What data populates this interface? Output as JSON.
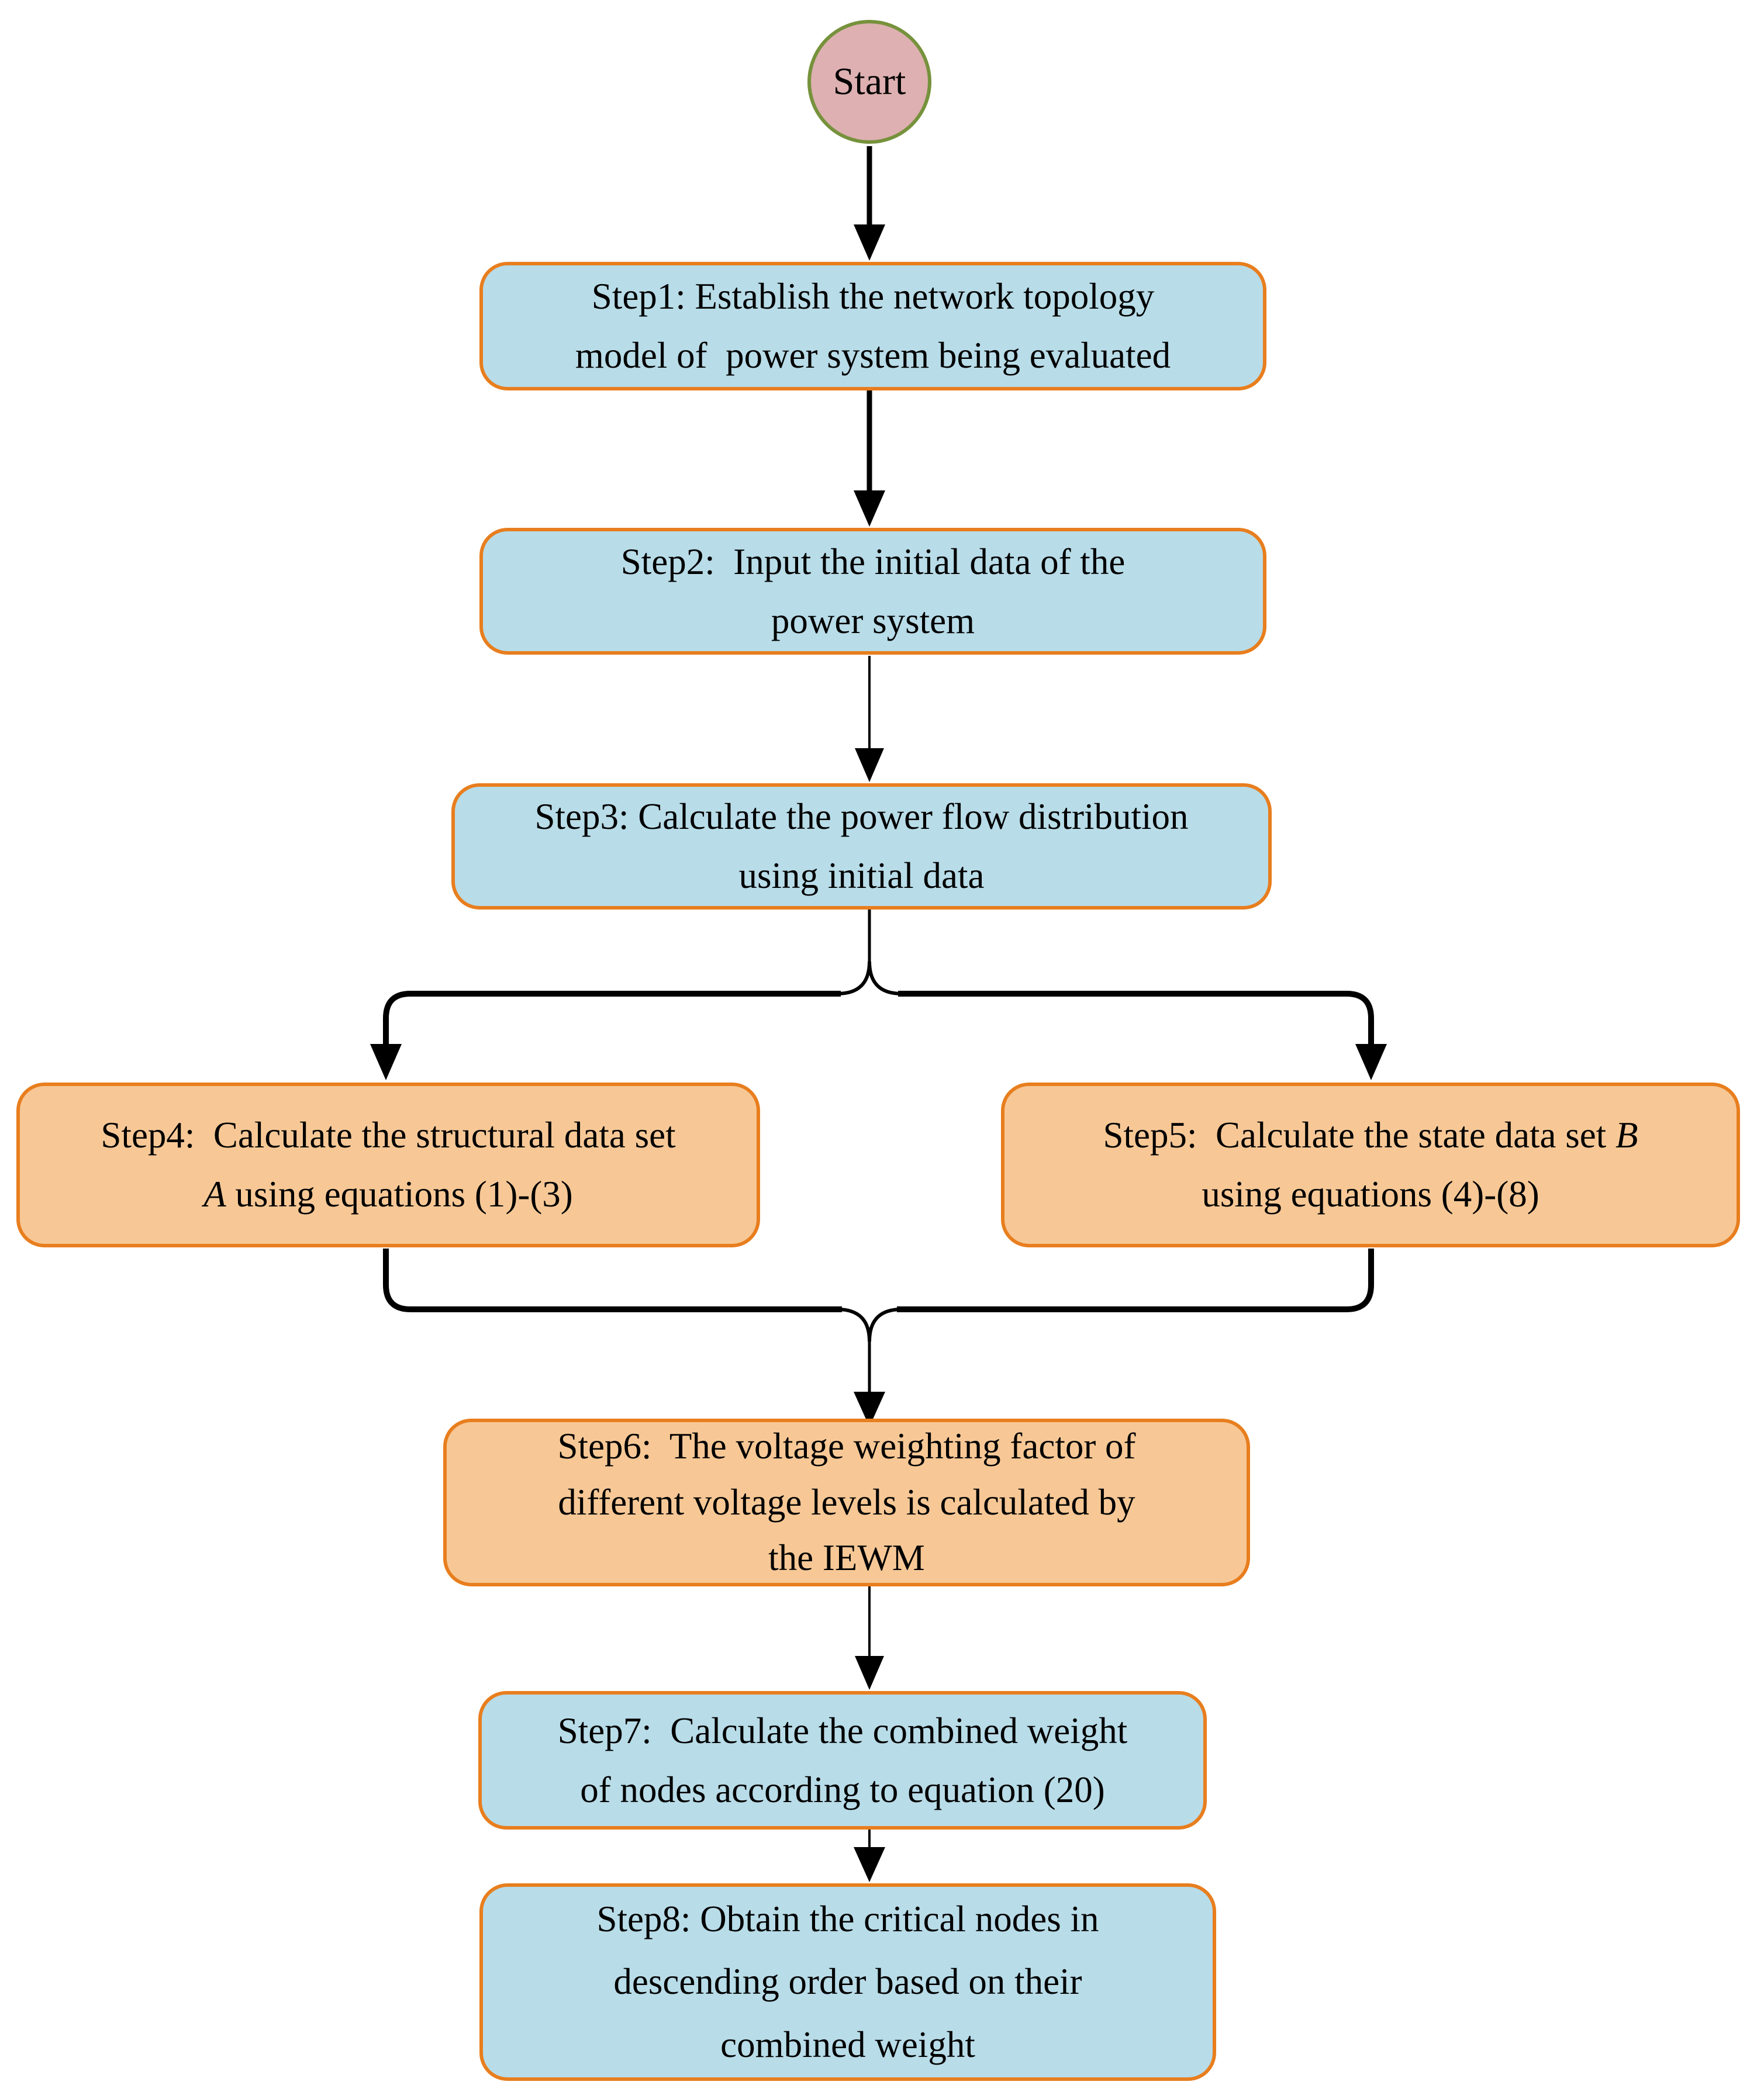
{
  "colors": {
    "blue_fill": "#b8dce8",
    "orange_fill": "#f7c896",
    "border_orange": "#e87e1e",
    "pink_fill": "#deb0b1",
    "green_border": "#76923c",
    "arrow_color": "#000000"
  },
  "nodes": {
    "start": {
      "label": "Start"
    },
    "step1": {
      "lines": [
        [
          {
            "t": "Step1: Establish the network topology"
          }
        ],
        [
          {
            "t": "model of  power system being evaluated"
          }
        ]
      ]
    },
    "step2": {
      "lines": [
        [
          {
            "t": "Step2:  Input the initial data of the"
          }
        ],
        [
          {
            "t": "power system"
          }
        ]
      ]
    },
    "step3": {
      "lines": [
        [
          {
            "t": "Step3: Calculate the power flow distribution"
          }
        ],
        [
          {
            "t": "using initial data"
          }
        ]
      ]
    },
    "step4": {
      "lines": [
        [
          {
            "t": "Step4:  Calculate the structural data set"
          }
        ],
        [
          {
            "t": "A",
            "i": 1
          },
          {
            "t": " using equations (1)-(3)"
          }
        ]
      ]
    },
    "step5": {
      "lines": [
        [
          {
            "t": "Step5:  Calculate the state data set "
          },
          {
            "t": "B",
            "i": 1
          }
        ],
        [
          {
            "t": "using equations (4)-(8)"
          }
        ]
      ]
    },
    "step6": {
      "lines": [
        [
          {
            "t": "Step6:  The voltage weighting factor of"
          }
        ],
        [
          {
            "t": "different voltage levels is calculated by"
          }
        ],
        [
          {
            "t": "the IEWM"
          }
        ]
      ]
    },
    "step7": {
      "lines": [
        [
          {
            "t": "Step7:  Calculate the combined weight"
          }
        ],
        [
          {
            "t": "of nodes according to equation (20)"
          }
        ]
      ]
    },
    "step8": {
      "lines": [
        [
          {
            "t": "Step8: Obtain the critical nodes in"
          }
        ],
        [
          {
            "t": "descending order based on their"
          }
        ],
        [
          {
            "t": "combined weight"
          }
        ]
      ]
    }
  }
}
